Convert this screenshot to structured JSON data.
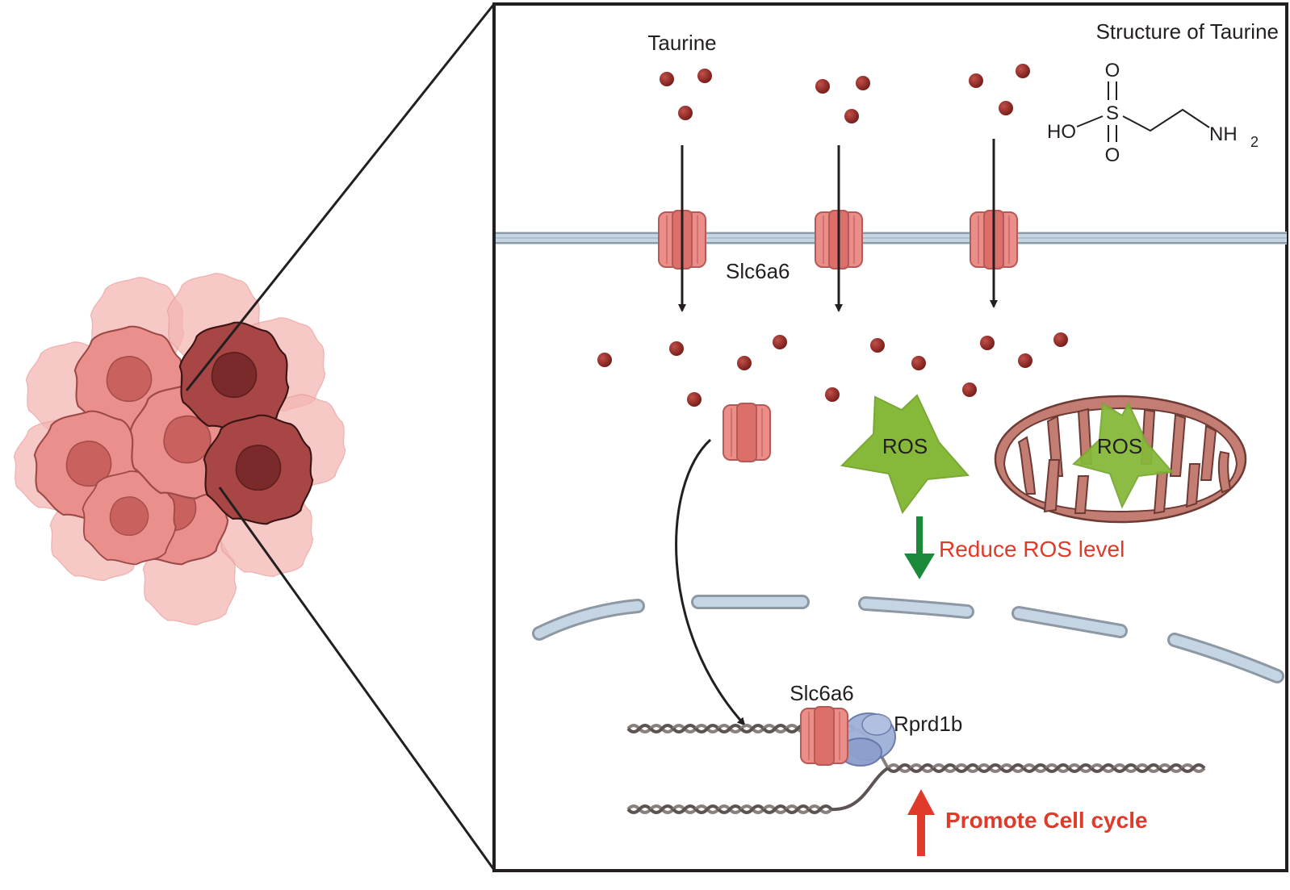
{
  "labels": {
    "taurine": "Taurine",
    "structure_title": "Structure of Taurine",
    "slc6a6_membrane": "Slc6a6",
    "slc6a6_nuclear": "Slc6a6",
    "rprd1b": "Rprd1b",
    "ros_cytoplasm": "ROS",
    "ros_mitochondria": "ROS",
    "reduce_ros": "Reduce ROS level",
    "promote_cell_cycle": "Promote Cell cycle"
  },
  "structure": {
    "o_top": "O",
    "s": "S",
    "o_bottom": "O",
    "ho": "HO",
    "nh": "NH",
    "subscript_2": "2"
  },
  "colors": {
    "taurine_dot": "#9a2a24",
    "transporter": "#e98a86",
    "ros_star": "#7db53a",
    "reduce_arrow": "#1a8a3a",
    "promote_arrow": "#e03a2a",
    "highlight_text": "#e03a2a",
    "membrane": "#c6d5e3",
    "mito_fill": "#c07a70",
    "tumor_light": "#f2b8b5",
    "tumor_dark": "#8a3a38"
  },
  "icons": {
    "tumor": "tumor-cell-cluster-icon",
    "mitochondrion": "mitochondrion-icon",
    "transporter": "slc6a6-transporter-icon",
    "dna": "dna-helix-icon",
    "protein": "rprd1b-protein-icon"
  }
}
